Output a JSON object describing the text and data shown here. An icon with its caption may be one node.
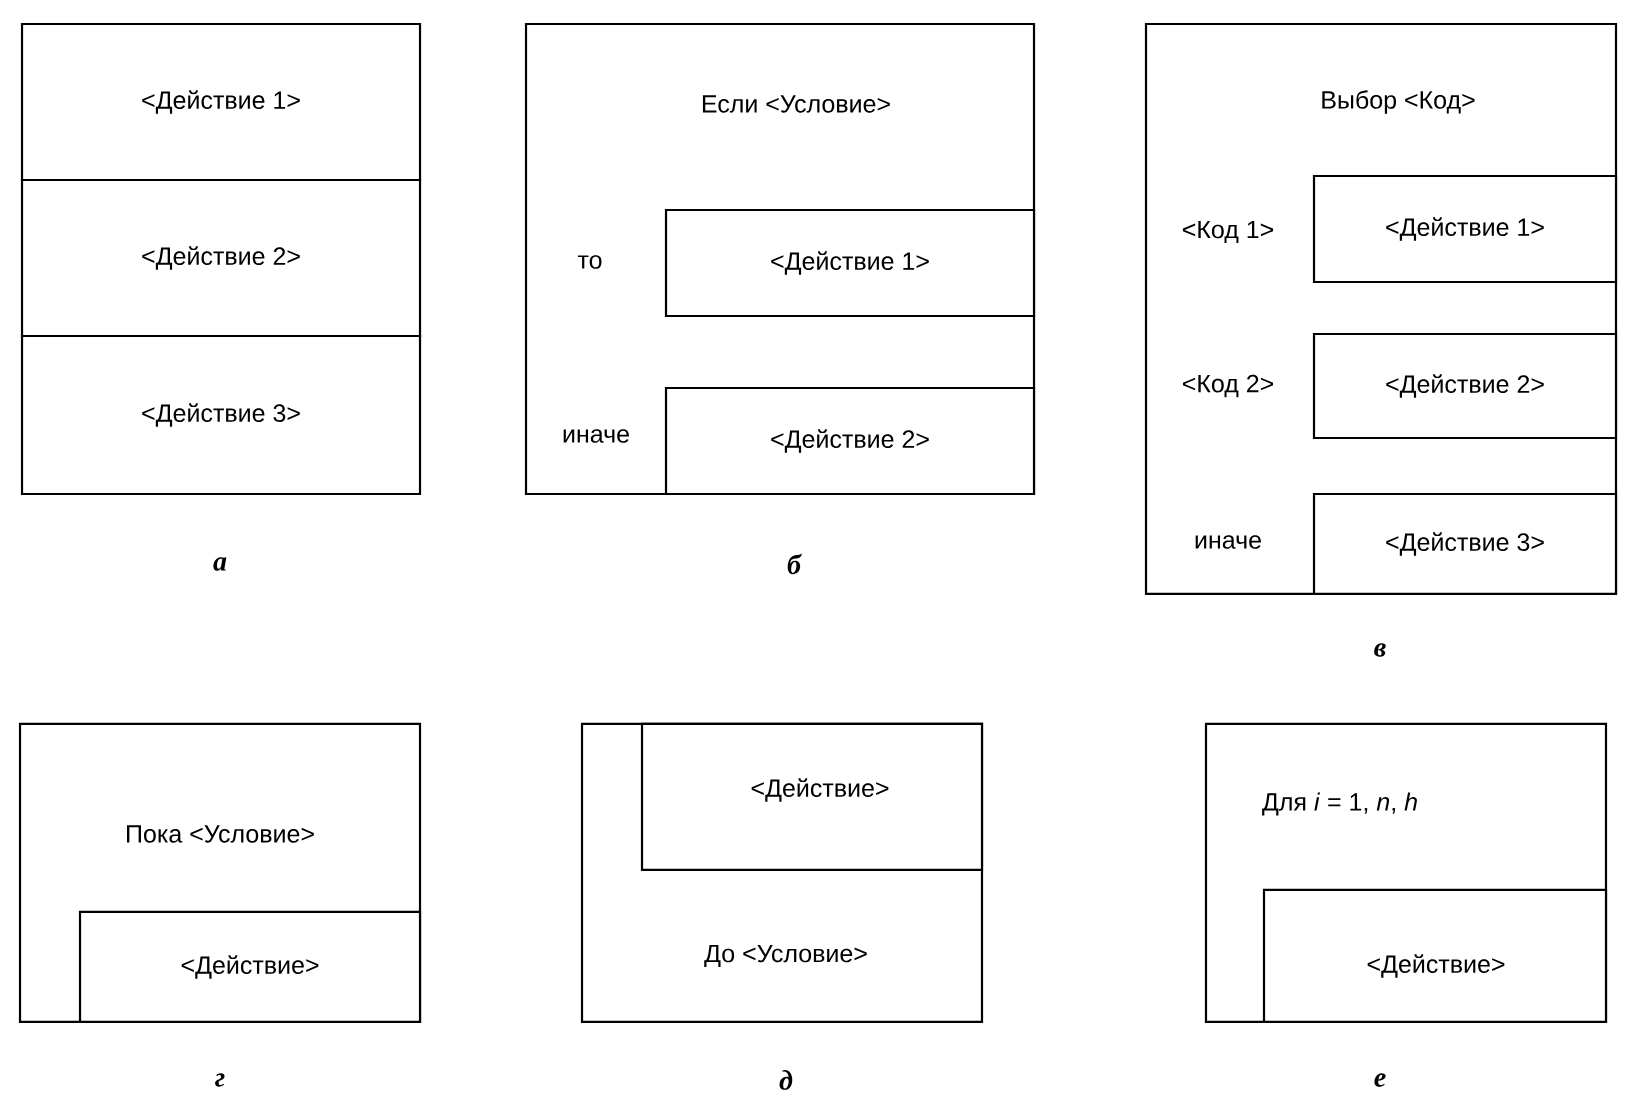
{
  "diagram": {
    "nodes": [
      {
        "text": [
          "<Действие 1>"
        ]
      },
      {
        "text": [
          "<Действие 2>"
        ]
      },
      {
        "text": [
          "<Действие 3>"
        ]
      },
      {
        "text": [
          "Если <Условие>",
          "то",
          "иначе"
        ]
      },
      {
        "text": [
          "<Действие 1>"
        ],
        "in": 3
      },
      {
        "text": [
          "<Действие 2>"
        ],
        "in": 3
      },
      {
        "text": [
          "Выбор <Код>",
          "<Код 1>",
          "<Код 2>",
          "иначе"
        ]
      },
      {
        "text": [
          "<Действие 1>"
        ],
        "in": 6
      },
      {
        "text": [
          "<Действие 2>"
        ],
        "in": 6
      },
      {
        "text": [
          "<Действие 3>"
        ],
        "in": 6
      },
      {
        "text": [
          "Пока <Условие>"
        ]
      },
      {
        "text": [
          "<Действие>"
        ],
        "in": 10
      },
      {
        "text": [
          "До <Условие>"
        ]
      },
      {
        "text": [
          "<Действие>"
        ],
        "in": 12
      },
      {
        "text": [
          "Для *i* = 1, *n*, *h*"
        ]
      },
      {
        "text": [
          "<Действие>"
        ],
        "in": 14
      }
    ],
    "labels": [
      "а",
      "б",
      "в",
      "г",
      "д",
      "е"
    ]
  }
}
